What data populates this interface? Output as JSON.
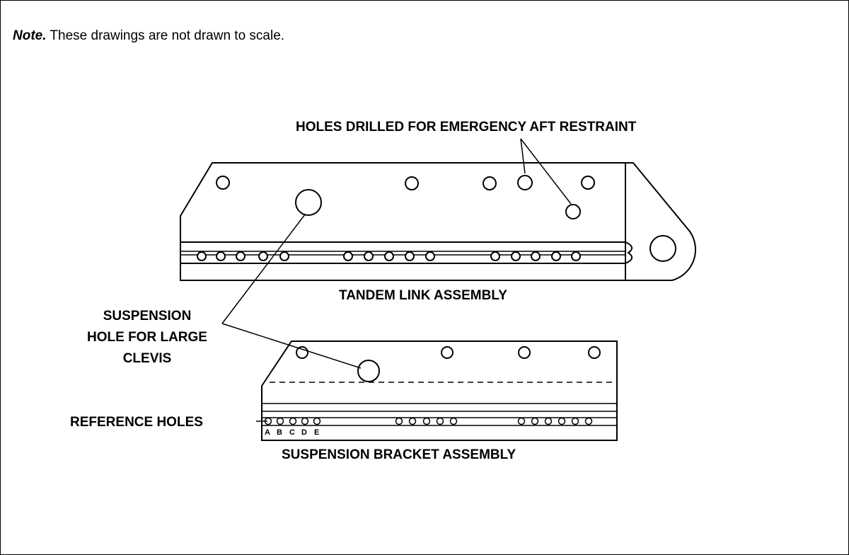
{
  "note": {
    "lead": "Note.",
    "text": " These drawings are not drawn to scale."
  },
  "labels": {
    "holes_drilled": "HOLES DRILLED FOR EMERGENCY AFT RESTRAINT",
    "tandem_link": "TANDEM LINK ASSEMBLY",
    "suspension_hole_line1": "SUSPENSION",
    "suspension_hole_line2": "HOLE FOR LARGE",
    "suspension_hole_line3": "CLEVIS",
    "reference_holes": "REFERENCE HOLES",
    "suspension_bracket": "SUSPENSION BRACKET ASSEMBLY"
  },
  "reference_letters": [
    "A",
    "B",
    "C",
    "D",
    "E"
  ]
}
